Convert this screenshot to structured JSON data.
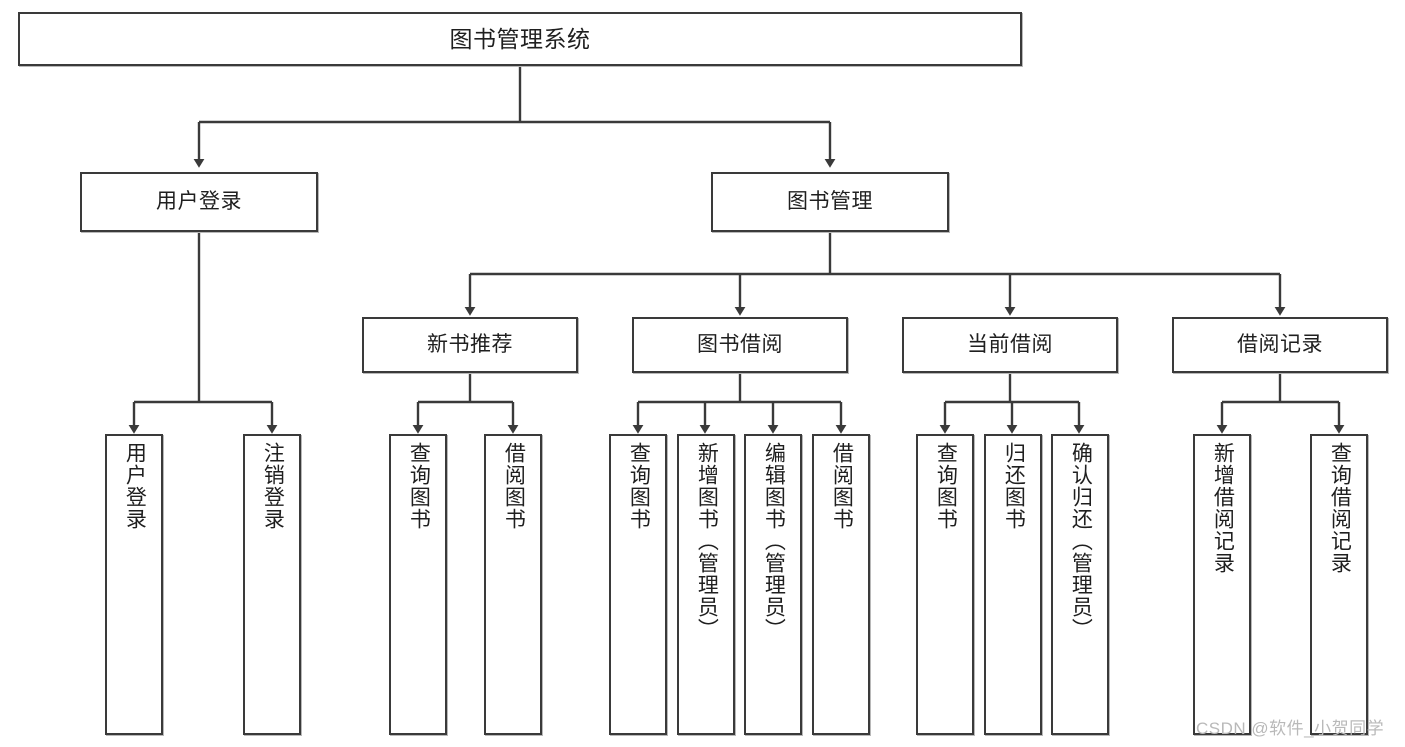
{
  "diagram": {
    "type": "tree-hierarchy",
    "title": "图书管理系统",
    "watermark": "CSDN @软件_小贺同学",
    "colors": {
      "stroke": "#3a3a3a",
      "fill": "#ffffff",
      "text": "#1f1f1f",
      "watermark": "#b9b9b9"
    },
    "nodes": {
      "root": {
        "label": "图书管理系统"
      },
      "level1": [
        {
          "id": "user-login",
          "label": "用户登录"
        },
        {
          "id": "book-management",
          "label": "图书管理"
        }
      ],
      "level2": [
        {
          "id": "new-book-recommend",
          "label": "新书推荐"
        },
        {
          "id": "book-borrow",
          "label": "图书借阅"
        },
        {
          "id": "current-borrow",
          "label": "当前借阅"
        },
        {
          "id": "borrow-record",
          "label": "借阅记录"
        }
      ],
      "leaves": {
        "user-login": [
          {
            "id": "leaf-user-login",
            "label": "用户登录"
          },
          {
            "id": "leaf-logout-login",
            "label": "注销登录"
          }
        ],
        "new-book-recommend": [
          {
            "id": "leaf-query-book-1",
            "label": "查询图书"
          },
          {
            "id": "leaf-borrow-book-1",
            "label": "借阅图书"
          }
        ],
        "book-borrow": [
          {
            "id": "leaf-query-book-2",
            "label": "查询图书"
          },
          {
            "id": "leaf-add-book",
            "label": "新增图书（管理员）"
          },
          {
            "id": "leaf-edit-book",
            "label": "编辑图书（管理员）"
          },
          {
            "id": "leaf-borrow-book-2",
            "label": "借阅图书"
          }
        ],
        "current-borrow": [
          {
            "id": "leaf-query-book-3",
            "label": "查询图书"
          },
          {
            "id": "leaf-return-book",
            "label": "归还图书"
          },
          {
            "id": "leaf-confirm-return",
            "label": "确认归还（管理员）"
          }
        ],
        "borrow-record": [
          {
            "id": "leaf-add-record",
            "label": "新增借阅记录"
          },
          {
            "id": "leaf-query-record",
            "label": "查询借阅记录"
          }
        ]
      }
    }
  }
}
